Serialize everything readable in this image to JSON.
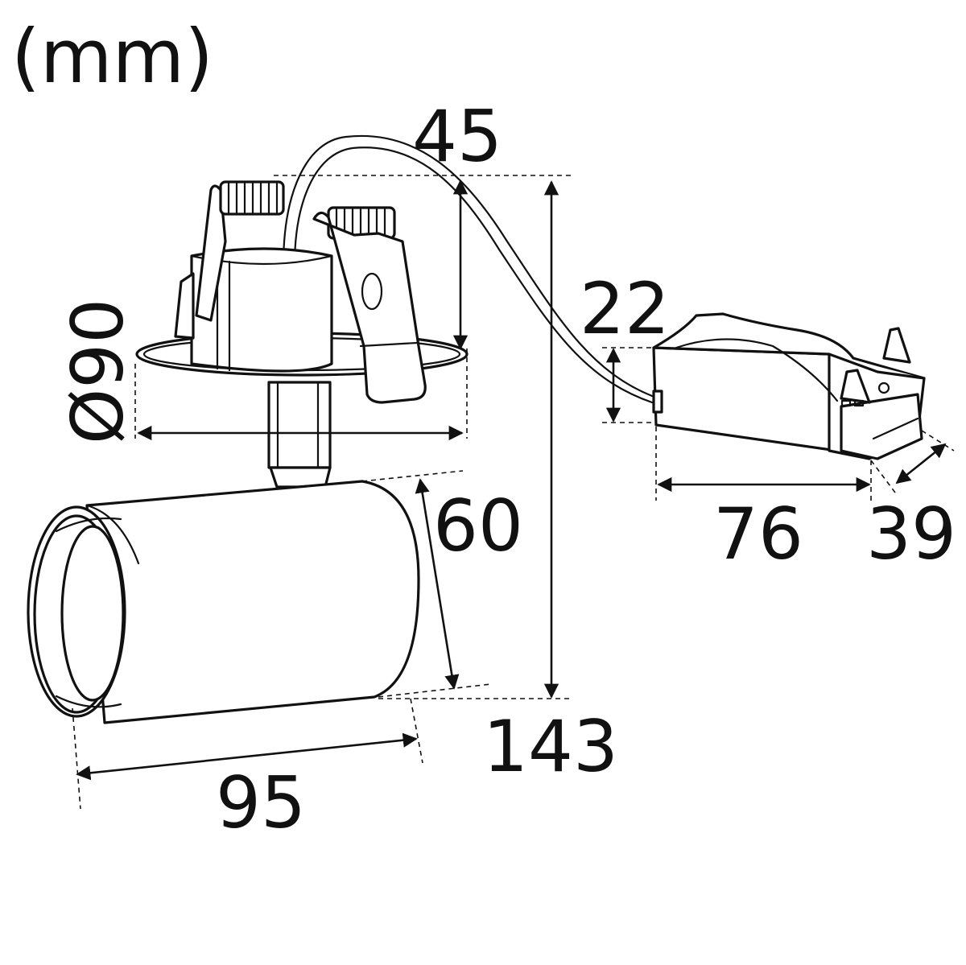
{
  "diagram": {
    "unit_label": "(mm)",
    "dimensions": {
      "cable_width": "45",
      "cutout_diameter": "Ø90",
      "head_diameter": "60",
      "head_length": "95",
      "total_height": "143",
      "driver_height": "22",
      "driver_length": "76",
      "driver_width": "39"
    }
  }
}
